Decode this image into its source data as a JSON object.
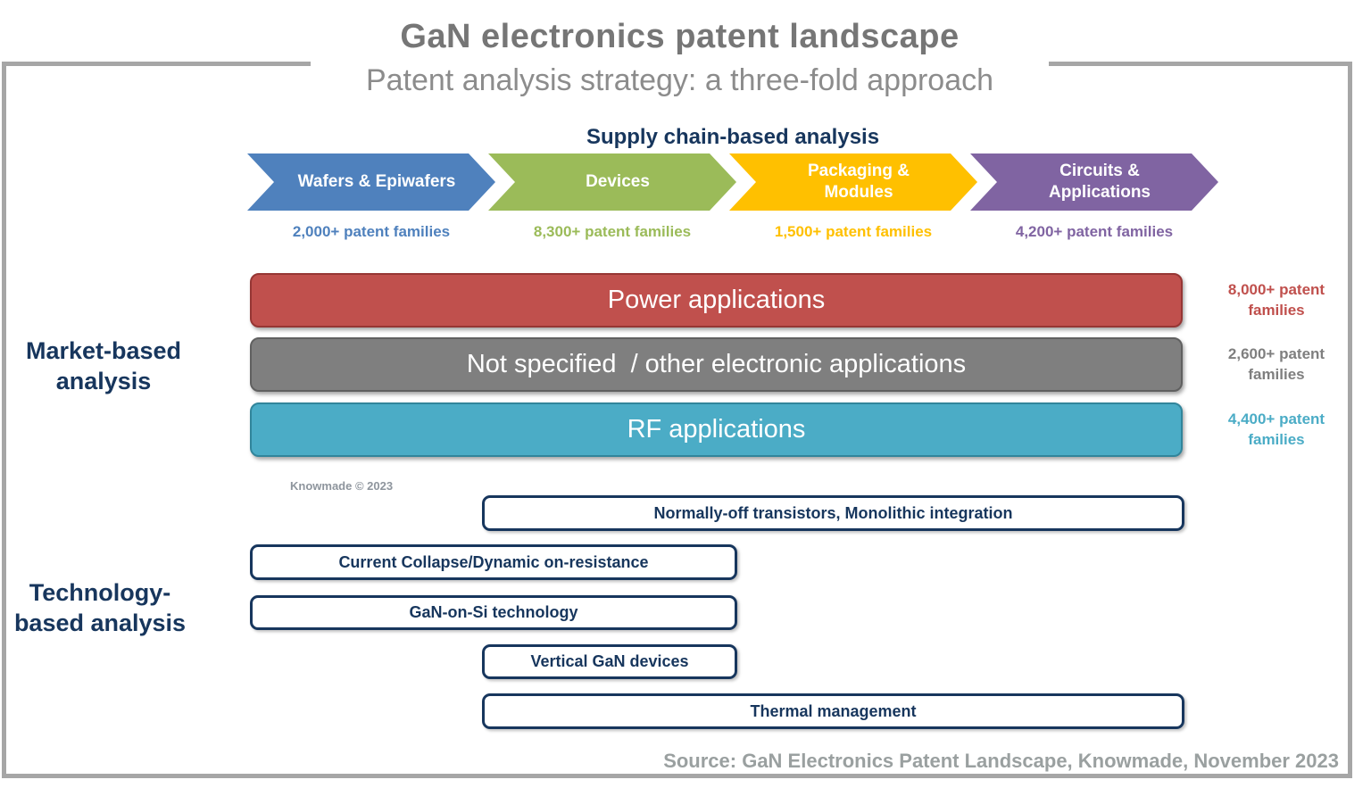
{
  "title": {
    "heading": "GaN electronics patent landscape",
    "subheading": "Patent analysis strategy: a three-fold approach"
  },
  "supply_chain": {
    "heading": "Supply chain-based analysis",
    "stages": [
      {
        "label": "Wafers & Epiwafers",
        "count": "2,000+ patent families",
        "color": "#4f81bd"
      },
      {
        "label": "Devices",
        "count": "8,300+ patent families",
        "color": "#9bbb59"
      },
      {
        "label": "Packaging &\nModules",
        "count": "1,500+ patent families",
        "color": "#ffc000"
      },
      {
        "label": "Circuits &\nApplications",
        "count": "4,200+ patent families",
        "color": "#8064a2"
      }
    ]
  },
  "market_analysis": {
    "section_label": "Market-based analysis",
    "rows": [
      {
        "label": "Power applications",
        "count": "8,000+ patent\nfamilies",
        "color": "#c0504d"
      },
      {
        "label": "Not specified  / other electronic applications",
        "count": "2,600+ patent\nfamilies",
        "color": "#7f7f7f"
      },
      {
        "label": "RF applications",
        "count": "4,400+ patent\nfamilies",
        "color": "#4bacc6"
      }
    ]
  },
  "technology_analysis": {
    "section_label": "Technology-based analysis",
    "boxes": [
      {
        "label": "Normally-off transistors, Monolithic integration"
      },
      {
        "label": "Current Collapse/Dynamic on-resistance"
      },
      {
        "label": "GaN-on-Si technology"
      },
      {
        "label": "Vertical GaN devices"
      },
      {
        "label": "Thermal management"
      }
    ],
    "outline_color": "#17365d"
  },
  "watermark": "Knowmade © 2023",
  "source": "Source: GaN Electronics Patent Landscape, Knowmade, November 2023",
  "colors": {
    "navy_accent": "#17365d",
    "frame_gray": "#a6a6a6",
    "title_gray": "#767676"
  }
}
